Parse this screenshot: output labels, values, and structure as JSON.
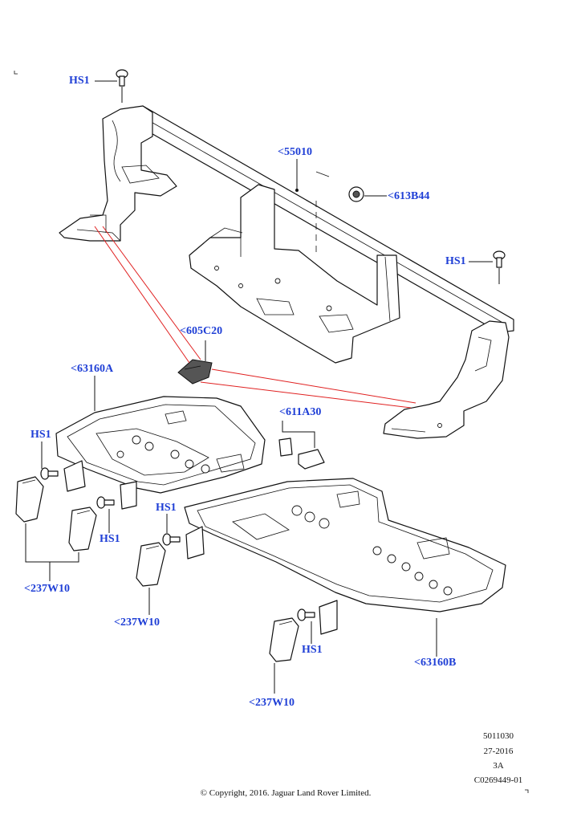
{
  "callouts": {
    "hs1_top_left": "HS1",
    "frame": "<55010",
    "clip_613": "<613B44",
    "hs1_top_right": "HS1",
    "latch": "<605C20",
    "panel_a": "<63160A",
    "clip_611": "<611A30",
    "hs1_left": "HS1",
    "hs1_mid_lower": "HS1",
    "hs1_mid": "HS1",
    "cap_left": "<237W10",
    "cap_mid": "<237W10",
    "panel_b": "<63160B",
    "hs1_bottom": "HS1",
    "cap_bottom": "<237W10"
  },
  "meta": {
    "ref_number": "5011030",
    "date": "27-2016",
    "revision": "3A",
    "image_id": "C0269449-01",
    "copyright": "© Copyright, 2016. Jaguar Land Rover Limited."
  },
  "colors": {
    "callout": "#1f3fd6",
    "line": "#111111",
    "highlight": "#e02020"
  }
}
